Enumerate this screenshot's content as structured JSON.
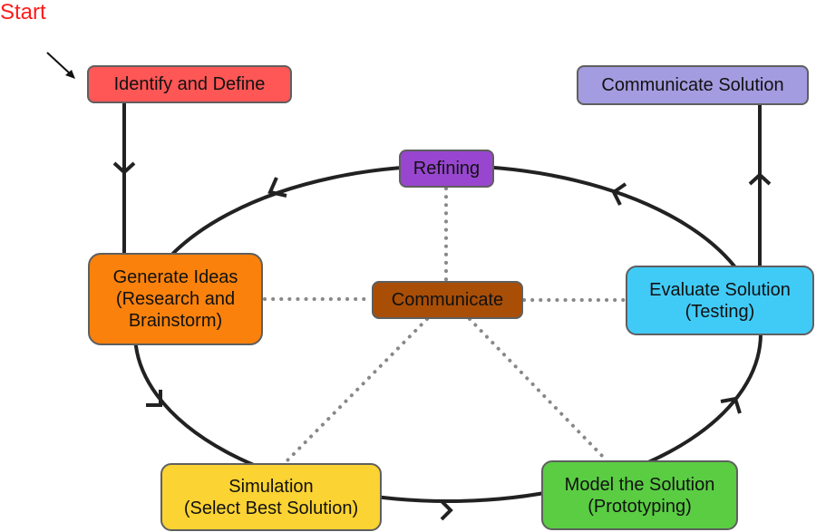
{
  "start_label": "Start",
  "nodes": {
    "identify": {
      "label": "Identify and Define",
      "color": "#ff5656"
    },
    "communicate_solution": {
      "label": "Communicate Solution",
      "color": "#a39ce0"
    },
    "refining": {
      "label": "Refining",
      "color": "#9846cf"
    },
    "generate": {
      "label": "Generate Ideas\n(Research and\nBrainstorm)",
      "color": "#f9810c"
    },
    "communicate": {
      "label": "Communicate",
      "color": "#a84e07"
    },
    "evaluate": {
      "label": "Evaluate Solution\n(Testing)",
      "color": "#40cbf7"
    },
    "simulation": {
      "label": "Simulation\n(Select Best Solution)",
      "color": "#fbd332"
    },
    "model": {
      "label": "Model the Solution\n(Prototyping)",
      "color": "#5acd43"
    }
  },
  "colors": {
    "start_text": "#ff1a1a",
    "edge": "#222222",
    "dotted": "#888888"
  }
}
